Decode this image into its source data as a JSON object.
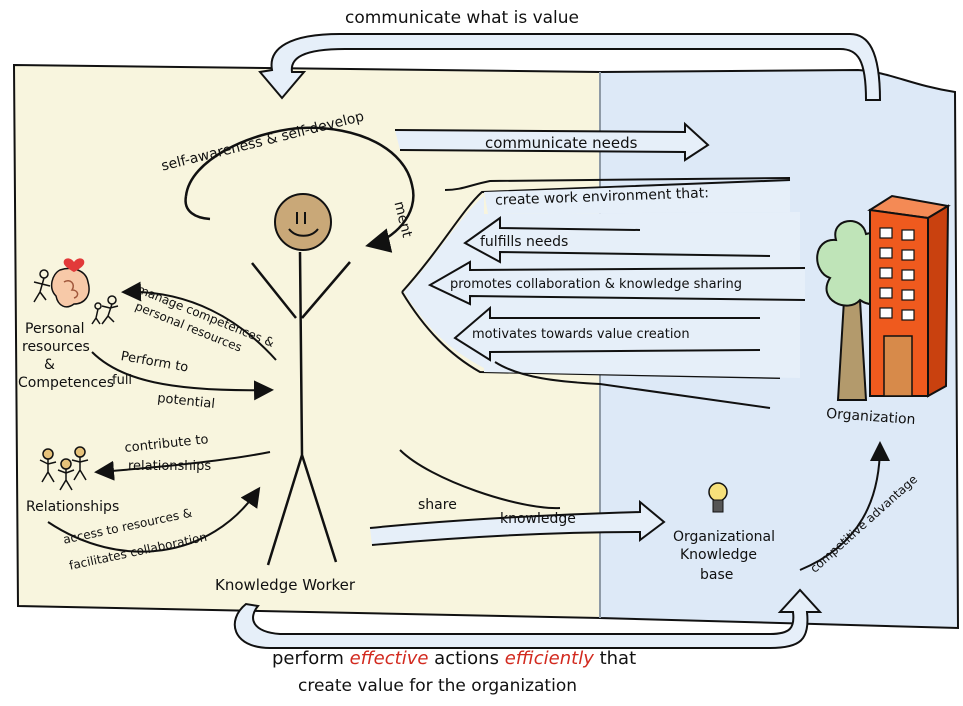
{
  "top_caption": "communicate what is value",
  "bottom_caption": {
    "line1_a": "perform",
    "line1_b": "effective",
    "line1_c": "actions",
    "line1_d": "efficiently",
    "line1_e": "that",
    "line2": "create value for the organization"
  },
  "self_loop": {
    "line1": "self-awareness & self-develop",
    "line2": "ment"
  },
  "right_arrows": {
    "communicate_needs": "communicate needs",
    "create_env": "create work environment that:",
    "fulfills": "fulfills needs",
    "promotes": "promotes collaboration & knowledge sharing",
    "motivates": "motivates towards value creation"
  },
  "personal": {
    "manage_1": "manage competences &",
    "manage_2": "personal resources",
    "label_1": "Personal",
    "label_2": "resources",
    "label_3": "&",
    "label_4": "Competences",
    "perform_1": "Perform to",
    "perform_2": "full",
    "perform_3": "potential"
  },
  "relationships": {
    "contribute_1": "contribute to",
    "contribute_2": "relationships",
    "label": "Relationships",
    "access_1": "access to resources &",
    "access_2": "facilitates collaboration"
  },
  "worker_label": "Knowledge Worker",
  "share_1": "share",
  "share_2": "knowledge",
  "kb_1": "Organizational",
  "kb_2": "Knowledge",
  "kb_3": "base",
  "competitive": "competitive advantage",
  "organization": "Organization",
  "colors": {
    "left_panel": "#f8f5de",
    "right_panel": "#dde9f7",
    "arrow_fill": "#e6eff9",
    "building": "#ef5a1e",
    "tree": "#bfe4b8",
    "trunk": "#b39a6c",
    "face": "#c9a878",
    "heart": "#e23a3a",
    "red_text": "#d22a1f"
  }
}
